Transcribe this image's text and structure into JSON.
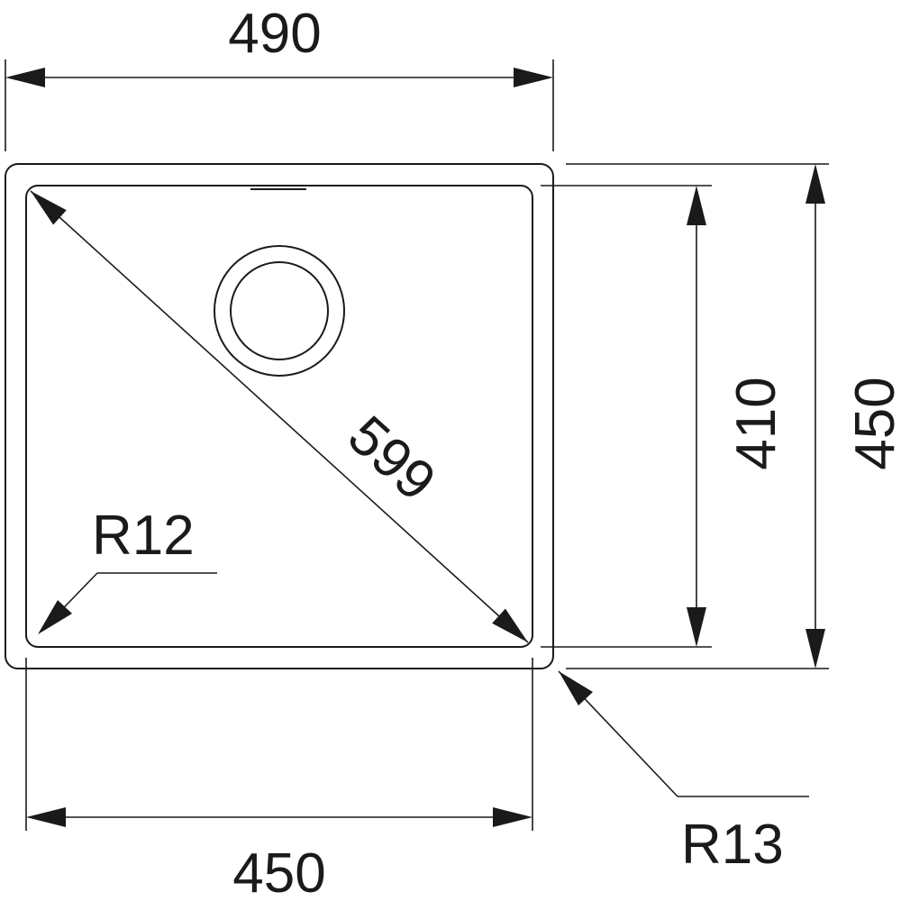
{
  "drawing": {
    "outer_width": "490",
    "outer_height": "450",
    "inner_width": "450",
    "inner_height": "410",
    "diagonal": "599",
    "inner_radius": "R12",
    "outer_radius": "R13"
  },
  "colors": {
    "line": "#1a1a1a",
    "background": "#ffffff"
  }
}
